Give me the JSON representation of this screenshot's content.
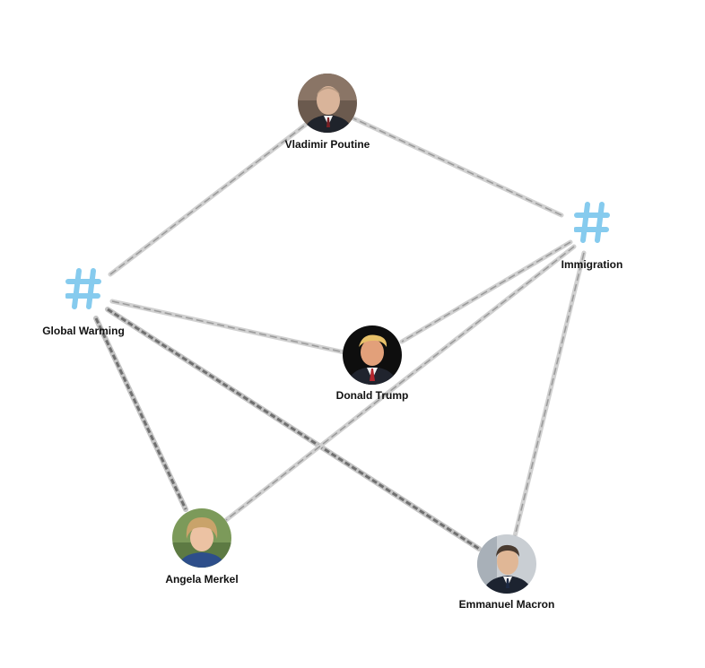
{
  "graph": {
    "hashtags": [
      {
        "id": "global_warming",
        "label": "Global Warming",
        "icon": "hashtag-icon",
        "color": "#86CBEE"
      },
      {
        "id": "immigration",
        "label": "Immigration",
        "icon": "hashtag-icon",
        "color": "#86CBEE"
      }
    ],
    "people": [
      {
        "id": "putin",
        "label": "Vladimir Poutine",
        "icon": "person-avatar-icon"
      },
      {
        "id": "trump",
        "label": "Donald Trump",
        "icon": "person-avatar-icon"
      },
      {
        "id": "merkel",
        "label": "Angela Merkel",
        "icon": "person-avatar-icon"
      },
      {
        "id": "macron",
        "label": "Emmanuel Macron",
        "icon": "person-avatar-icon"
      }
    ],
    "edges": [
      {
        "from": "global_warming",
        "to": "putin",
        "weight": "light"
      },
      {
        "from": "global_warming",
        "to": "trump",
        "weight": "light"
      },
      {
        "from": "global_warming",
        "to": "merkel",
        "weight": "heavy"
      },
      {
        "from": "global_warming",
        "to": "macron",
        "weight": "heavy"
      },
      {
        "from": "immigration",
        "to": "putin",
        "weight": "light"
      },
      {
        "from": "immigration",
        "to": "trump",
        "weight": "light"
      },
      {
        "from": "immigration",
        "to": "merkel",
        "weight": "light"
      },
      {
        "from": "immigration",
        "to": "macron",
        "weight": "light"
      }
    ],
    "colors": {
      "edge_light": "#d0d0d0",
      "edge_light_dash": "#9a9a9a",
      "edge_heavy": "#c4c4c4",
      "edge_heavy_dash": "#707070"
    }
  }
}
